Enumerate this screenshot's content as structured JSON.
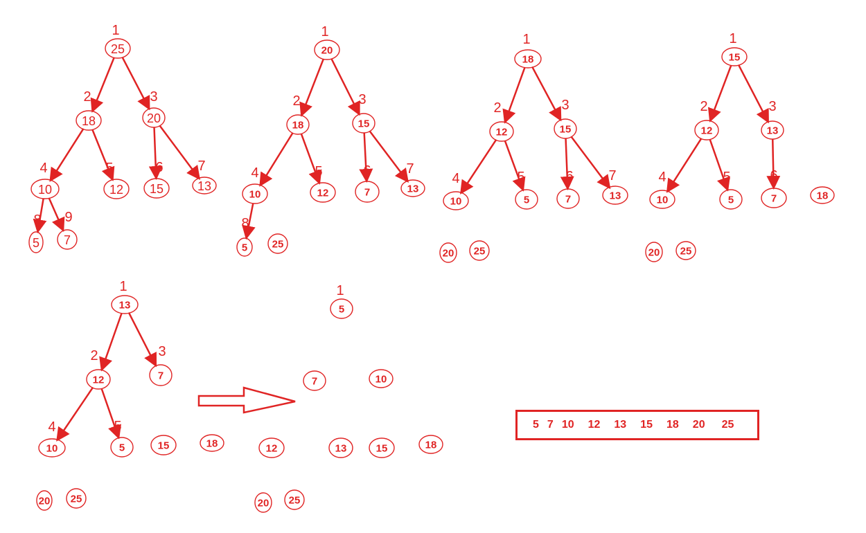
{
  "colors": {
    "accent": "#e02424"
  },
  "trees": [
    {
      "nodes": [
        {
          "id": "a1",
          "value": "25",
          "index": "1"
        },
        {
          "id": "a2",
          "value": "18",
          "index": "2"
        },
        {
          "id": "a3",
          "value": "20",
          "index": "3"
        },
        {
          "id": "a4",
          "value": "10",
          "index": "4"
        },
        {
          "id": "a5",
          "value": "12",
          "index": "5"
        },
        {
          "id": "a6",
          "value": "15",
          "index": "6"
        },
        {
          "id": "a7",
          "value": "13",
          "index": "7"
        },
        {
          "id": "a8",
          "value": "5",
          "index": "8"
        },
        {
          "id": "a9",
          "value": "7",
          "index": "9"
        }
      ],
      "edges": [
        [
          "a1",
          "a2"
        ],
        [
          "a1",
          "a3"
        ],
        [
          "a2",
          "a4"
        ],
        [
          "a2",
          "a5"
        ],
        [
          "a3",
          "a6"
        ],
        [
          "a3",
          "a7"
        ],
        [
          "a4",
          "a8"
        ],
        [
          "a4",
          "a9"
        ]
      ]
    },
    {
      "nodes": [
        {
          "id": "b1",
          "value": "20",
          "index": "1"
        },
        {
          "id": "b2",
          "value": "18",
          "index": "2"
        },
        {
          "id": "b3",
          "value": "15",
          "index": "3"
        },
        {
          "id": "b4",
          "value": "10",
          "index": "4"
        },
        {
          "id": "b5",
          "value": "12",
          "index": "5"
        },
        {
          "id": "b6",
          "value": "7",
          "index": "6"
        },
        {
          "id": "b7",
          "value": "13",
          "index": "7"
        },
        {
          "id": "b8",
          "value": "5",
          "index": "8"
        },
        {
          "id": "b9",
          "value": "25",
          "index": ""
        }
      ],
      "edges": [
        [
          "b1",
          "b2"
        ],
        [
          "b1",
          "b3"
        ],
        [
          "b2",
          "b4"
        ],
        [
          "b2",
          "b5"
        ],
        [
          "b3",
          "b6"
        ],
        [
          "b3",
          "b7"
        ],
        [
          "b4",
          "b8"
        ]
      ]
    },
    {
      "nodes": [
        {
          "id": "c1",
          "value": "18",
          "index": "1"
        },
        {
          "id": "c2",
          "value": "12",
          "index": "2"
        },
        {
          "id": "c3",
          "value": "15",
          "index": "3"
        },
        {
          "id": "c4",
          "value": "10",
          "index": "4"
        },
        {
          "id": "c5",
          "value": "5",
          "index": "5"
        },
        {
          "id": "c6",
          "value": "7",
          "index": "6"
        },
        {
          "id": "c7",
          "value": "13",
          "index": "7"
        },
        {
          "id": "c8",
          "value": "20",
          "index": ""
        },
        {
          "id": "c9",
          "value": "25",
          "index": ""
        }
      ],
      "edges": [
        [
          "c1",
          "c2"
        ],
        [
          "c1",
          "c3"
        ],
        [
          "c2",
          "c4"
        ],
        [
          "c2",
          "c5"
        ],
        [
          "c3",
          "c6"
        ],
        [
          "c3",
          "c7"
        ]
      ]
    },
    {
      "nodes": [
        {
          "id": "d1",
          "value": "15",
          "index": "1"
        },
        {
          "id": "d2",
          "value": "12",
          "index": "2"
        },
        {
          "id": "d3",
          "value": "13",
          "index": "3"
        },
        {
          "id": "d4",
          "value": "10",
          "index": "4"
        },
        {
          "id": "d5",
          "value": "5",
          "index": "5"
        },
        {
          "id": "d6",
          "value": "7",
          "index": "6"
        },
        {
          "id": "d7",
          "value": "18",
          "index": ""
        },
        {
          "id": "d8",
          "value": "20",
          "index": ""
        },
        {
          "id": "d9",
          "value": "25",
          "index": ""
        }
      ],
      "edges": [
        [
          "d1",
          "d2"
        ],
        [
          "d1",
          "d3"
        ],
        [
          "d2",
          "d4"
        ],
        [
          "d2",
          "d5"
        ],
        [
          "d3",
          "d6"
        ]
      ]
    },
    {
      "nodes": [
        {
          "id": "e1",
          "value": "13",
          "index": "1"
        },
        {
          "id": "e2",
          "value": "12",
          "index": "2"
        },
        {
          "id": "e3",
          "value": "7",
          "index": "3"
        },
        {
          "id": "e4",
          "value": "10",
          "index": "4"
        },
        {
          "id": "e5",
          "value": "5",
          "index": "5"
        },
        {
          "id": "e6",
          "value": "15",
          "index": ""
        },
        {
          "id": "e7",
          "value": "18",
          "index": ""
        },
        {
          "id": "e8",
          "value": "20",
          "index": ""
        },
        {
          "id": "e9",
          "value": "25",
          "index": ""
        }
      ],
      "edges": [
        [
          "e1",
          "e2"
        ],
        [
          "e1",
          "e3"
        ],
        [
          "e2",
          "e4"
        ],
        [
          "e2",
          "e5"
        ]
      ]
    },
    {
      "nodes": [
        {
          "id": "f1",
          "value": "5",
          "index": "1"
        },
        {
          "id": "f2",
          "value": "7",
          "index": ""
        },
        {
          "id": "f3",
          "value": "10",
          "index": ""
        },
        {
          "id": "f4",
          "value": "12",
          "index": ""
        },
        {
          "id": "f5",
          "value": "13",
          "index": ""
        },
        {
          "id": "f6",
          "value": "15",
          "index": ""
        },
        {
          "id": "f7",
          "value": "18",
          "index": ""
        },
        {
          "id": "f8",
          "value": "20",
          "index": ""
        },
        {
          "id": "f9",
          "value": "25",
          "index": ""
        }
      ],
      "edges": []
    }
  ],
  "result": {
    "values": [
      "5",
      "7",
      "10",
      "12",
      "13",
      "15",
      "18",
      "20",
      "25"
    ]
  }
}
